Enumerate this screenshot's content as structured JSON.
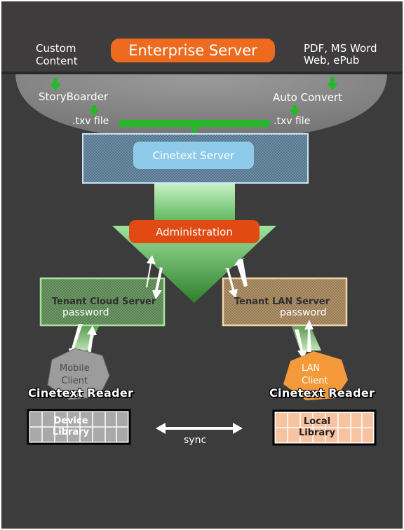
{
  "header": {
    "title": "Enterprise Server",
    "left_source": [
      "Custom",
      "Content"
    ],
    "right_source": [
      "PDF, MS Word",
      "Web, ePub"
    ]
  },
  "pipeline": {
    "storyboarder": "StoryBoarder",
    "auto_convert": "Auto Convert",
    "txv_left": ".txv file",
    "txv_right": ".txv file"
  },
  "core": {
    "cinetext_server": "Cinetext Server",
    "administration": "Administration"
  },
  "tenants": {
    "cloud": {
      "name": "Tenant Cloud Server",
      "password": "password"
    },
    "lan": {
      "name": "Tenant LAN Server",
      "password": "password"
    }
  },
  "clients": {
    "mobile": {
      "lines": [
        "Mobile",
        "Client"
      ],
      "reader": "Cinetext Reader",
      "library": [
        "Device",
        "Library"
      ]
    },
    "lan": {
      "lines": [
        "LAN",
        "Client"
      ],
      "reader": "Cinetext Reader",
      "library": [
        "Local",
        "Library"
      ]
    }
  },
  "sync": "sync",
  "colors": {
    "background": "#3d3c3c",
    "title_orange": "#ee6a1f",
    "admin_red": "#e14a12",
    "cinetext_blue": "#8ecbea",
    "flow_green": "#27b82a",
    "cloud_tenant_green": "#8fbf86",
    "lan_tenant_tan": "#d9b88a",
    "local_library_peach": "#f8c3a0",
    "lan_client_orange": "#f49a3b",
    "mobile_client_gray": "#9c9c9c"
  }
}
